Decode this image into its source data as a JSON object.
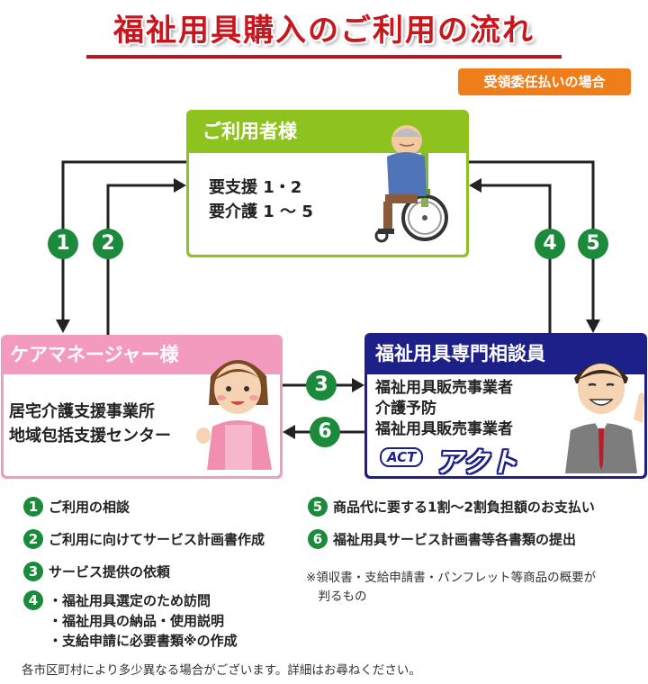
{
  "title": "福祉用具購入のご利用の流れ",
  "badge": "受領委任払いの場合",
  "user_box": {
    "header": "ご利用者様",
    "lines": [
      "要支援 1・2",
      "要介護 1 〜 5"
    ]
  },
  "care_box": {
    "header": "ケアマネージャー様",
    "lines": [
      "居宅介護支援事業所",
      "地域包括支援センター"
    ]
  },
  "spec_box": {
    "header": "福祉用具専門相談員",
    "lines": [
      "福祉用具販売事業者",
      "介護予防",
      "福祉用具販売事業者"
    ],
    "logo_act": "ACT",
    "logo_kana": "アクト"
  },
  "step_numbers": [
    "1",
    "2",
    "3",
    "4",
    "5",
    "6"
  ],
  "legend": {
    "s1": "ご利用の相談",
    "s2": "ご利用に向けてサービス計画書作成",
    "s3": "サービス提供の依頼",
    "s4": "・福祉用具選定のため訪問",
    "s4b": "・福祉用具の納品・使用説明",
    "s4c": "・支給申請に必要書類※の作成",
    "s5": "商品代に要する1割〜2割負担額のお支払い",
    "s6": "福祉用具サービス計画書等各書類の提出"
  },
  "note": [
    "※領収書・支給申請書・パンフレット等商品の概要が",
    "　判るもの"
  ],
  "footer": "各市区町村により多少異なる場合がございます。詳細はお尋ねください。",
  "colors": {
    "title_red": "#c8161e",
    "badge_orange": "#ee7d1a",
    "user_green": "#8dc21f",
    "care_pink": "#f29bbe",
    "spec_navy": "#1d2088",
    "step_green": "#1b8a3a"
  }
}
